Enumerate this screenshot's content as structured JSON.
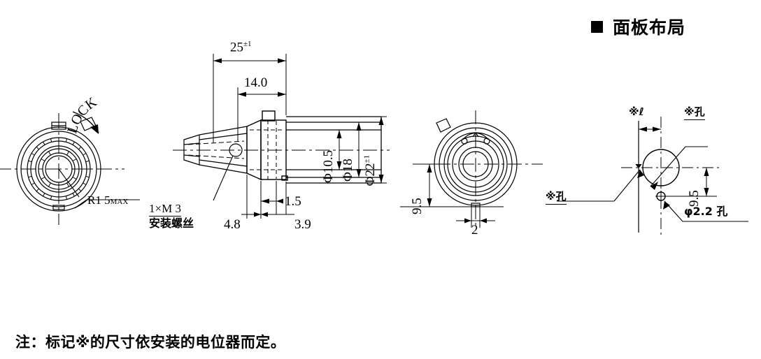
{
  "header": {
    "bullet_icon": "filled-square-icon",
    "title": "面板布局"
  },
  "footnote": {
    "text": "注：标记※的尺寸依安装的电位器而定。"
  },
  "views": {
    "front_view": {
      "name": "front-view-knob",
      "labels": {
        "lock": "LOCK",
        "radius": "R1 5",
        "radius_suffix": "MAX"
      }
    },
    "section_view": {
      "name": "side-section-view",
      "labels": {
        "screw_spec": "1×M 3",
        "screw_text": "安装螺丝"
      }
    },
    "rear_view": {
      "name": "rear-view-body",
      "labels": {}
    },
    "panel_layout_view": {
      "name": "panel-layout-drilling-view",
      "labels": {}
    }
  },
  "dimensions": {
    "overall_length": "25",
    "overall_length_tol": "±1",
    "body_length": "14.0",
    "bore_dia": "Φ10.5",
    "mid_dia": "Φ18",
    "outer_dia": "Φ22",
    "outer_dia_tol": "±1",
    "flange_thickness": "4.8",
    "step_1": "1.5",
    "step_2": "3.9",
    "rear_offset": "9.5",
    "rear_width": "2",
    "panel_offset": "9.5",
    "panel_l": "※ℓ",
    "panel_hole_ref": "※孔",
    "panel_hole_left_ref": "※孔",
    "panel_small_hole": "φ2.2 孔"
  },
  "colors": {
    "line": "#000000",
    "background": "#ffffff"
  }
}
